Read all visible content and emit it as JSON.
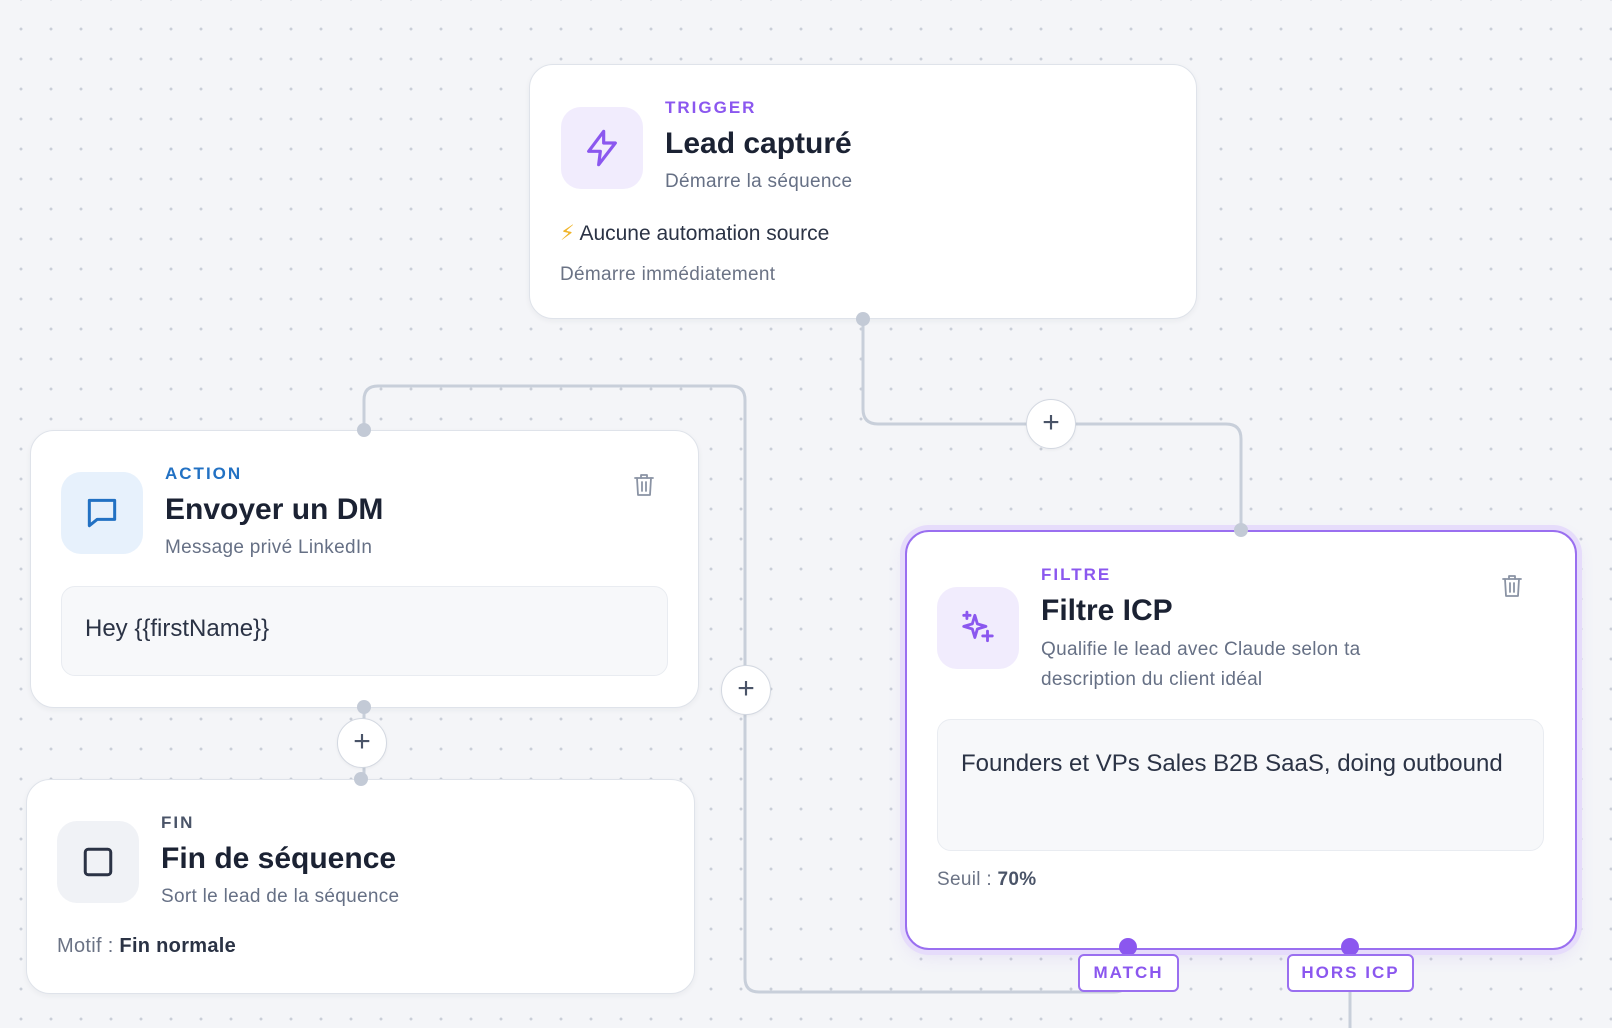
{
  "trigger": {
    "eyebrow": "TRIGGER",
    "title": "Lead capturé",
    "subtitle": "Démarre la séquence",
    "icon": "lightning-icon",
    "source_emoji": "⚡",
    "source_line": "Aucune automation source",
    "start_line": "Démarre immédiatement"
  },
  "action": {
    "eyebrow": "ACTION",
    "title": "Envoyer un DM",
    "subtitle": "Message privé LinkedIn",
    "icon": "message-icon",
    "message": "Hey {{firstName}}"
  },
  "end": {
    "eyebrow": "FIN",
    "title": "Fin de séquence",
    "subtitle": "Sort le lead de la séquence",
    "icon": "square-icon",
    "reason_label": "Motif :",
    "reason_value": "Fin normale"
  },
  "filter": {
    "eyebrow": "FILTRE",
    "title": "Filtre ICP",
    "subtitle": "Qualifie le lead avec Claude selon ta description du client idéal",
    "icon": "sparkles-icon",
    "description": "Founders et VPs Sales B2B SaaS, doing outbound",
    "threshold_label": "Seuil :",
    "threshold_value": "70%",
    "branches": [
      "MATCH",
      "HORS ICP"
    ]
  },
  "add_step_symbol": "+",
  "colors": {
    "accent_purple": "#8b57ef",
    "accent_blue": "#2271c3",
    "edge": "#c8cfda",
    "canvas_bg": "#f4f5f8"
  }
}
